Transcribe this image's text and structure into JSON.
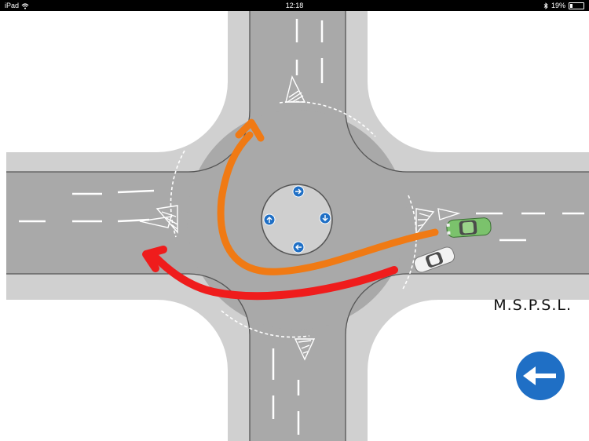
{
  "status_bar": {
    "device": "iPad",
    "time": "12:18",
    "battery": "19%",
    "battery_fraction": 0.19,
    "icons": [
      "wifi-icon",
      "bluetooth-icon",
      "battery-icon"
    ]
  },
  "brand": "M.S.P.S.L.",
  "colors": {
    "grass": "#ffffff",
    "kerb": "#d0d0d0",
    "road": "#a9a9a9",
    "road_marking": "#ffffff",
    "island": "#cfcfcf",
    "sign_blue": "#1f6fc5",
    "path_right_turn": "#f07a14",
    "path_left_turn": "#ef1c1c",
    "green_car": "#7bc26c",
    "white_car": "#f2f2f2"
  },
  "diagram": {
    "island_arrow_icons": [
      "arrow-right-icon",
      "arrow-down-icon",
      "arrow-left-icon",
      "arrow-up-icon"
    ],
    "vehicles": [
      {
        "name": "green-car",
        "color": "#7bc26c"
      },
      {
        "name": "white-car",
        "color": "#f2f2f2"
      }
    ],
    "paths": [
      {
        "name": "orange-path-right-turn",
        "color": "#f07a14"
      },
      {
        "name": "red-path-straight-across",
        "color": "#ef1c1c"
      }
    ],
    "sign_icon": "arrow-left-icon"
  }
}
